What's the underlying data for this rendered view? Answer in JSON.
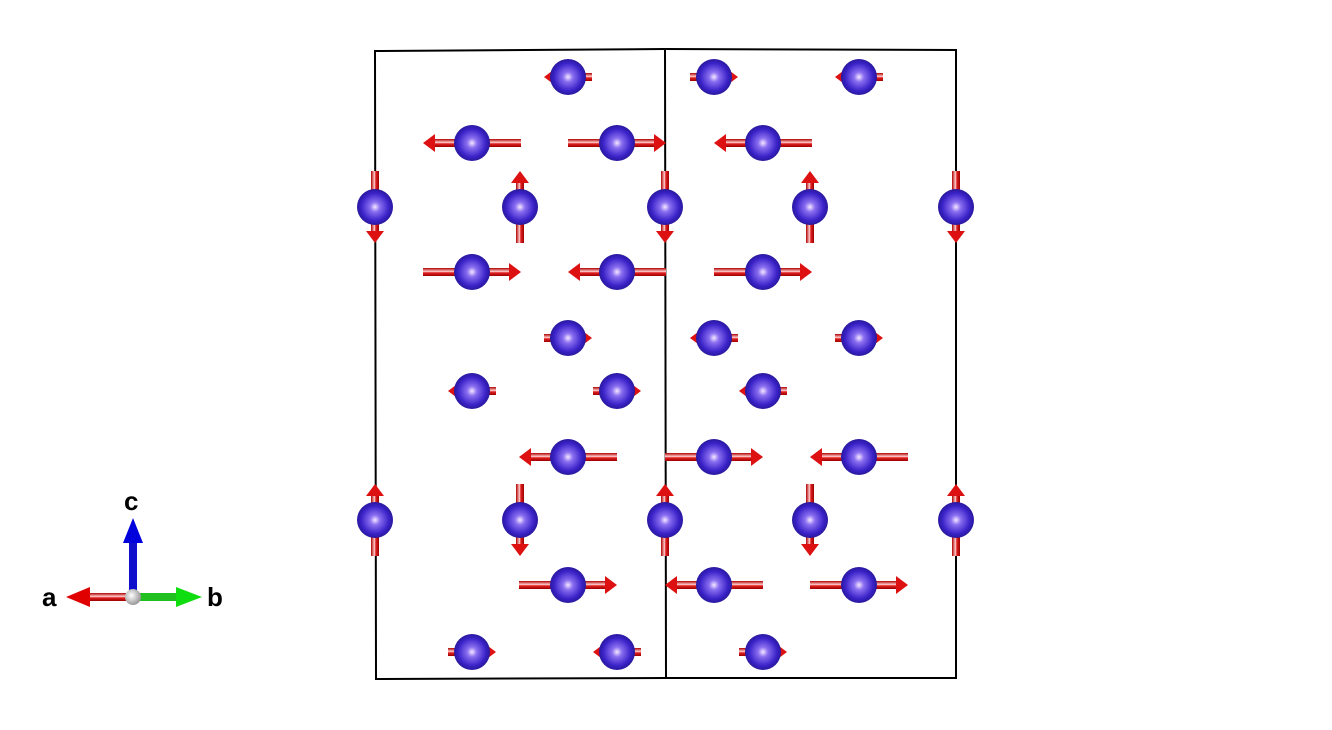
{
  "axes": {
    "a_label": "a",
    "b_label": "b",
    "c_label": "c",
    "a_color": "#dd0000",
    "b_color": "#00cc00",
    "c_color": "#0000dd",
    "origin_color": "#bbbbbb"
  },
  "structure": {
    "atom_color": "#3a22c8",
    "spin_color": "#dd1111",
    "cell_color": "#000000"
  }
}
